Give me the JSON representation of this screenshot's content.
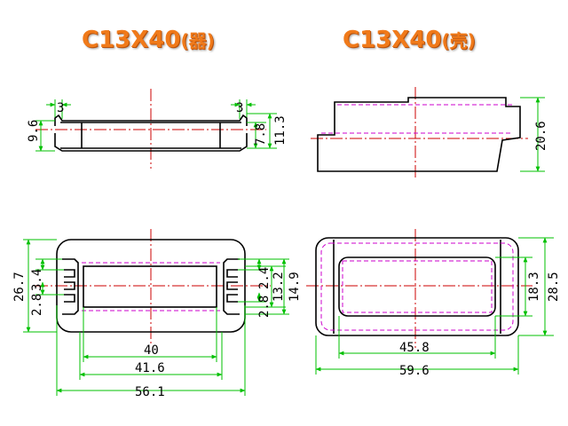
{
  "titles": {
    "left": {
      "model": "C13X40",
      "part": "(器)"
    },
    "right": {
      "model": "C13X40",
      "part": "(壳)"
    }
  },
  "colors": {
    "title": "#f07a1a",
    "outline": "#000000",
    "dimension": "#00c000",
    "centerline": "#cc0000",
    "hidden": "#cc00cc"
  },
  "dimensions": {
    "top_left": {
      "step_left": "3",
      "step_right": "3",
      "height_left": "9.6",
      "inner_height": "7.8",
      "outer_height": "11.3"
    },
    "top_right": {
      "height": "20.6"
    },
    "bottom_left": {
      "overall_height": "26.7",
      "slot_left": "3.4",
      "slot_pitch_left": "2.8",
      "slot_right": "2.4",
      "slot_pitch_right": "2.8",
      "slot_span": "13.2",
      "body_height": "14.9",
      "window_width": "40",
      "frame_width": "41.6",
      "overall_width": "56.1"
    },
    "bottom_right": {
      "inner_height": "18.3",
      "outer_height": "28.5",
      "inner_width": "45.8",
      "outer_width": "59.6"
    }
  }
}
